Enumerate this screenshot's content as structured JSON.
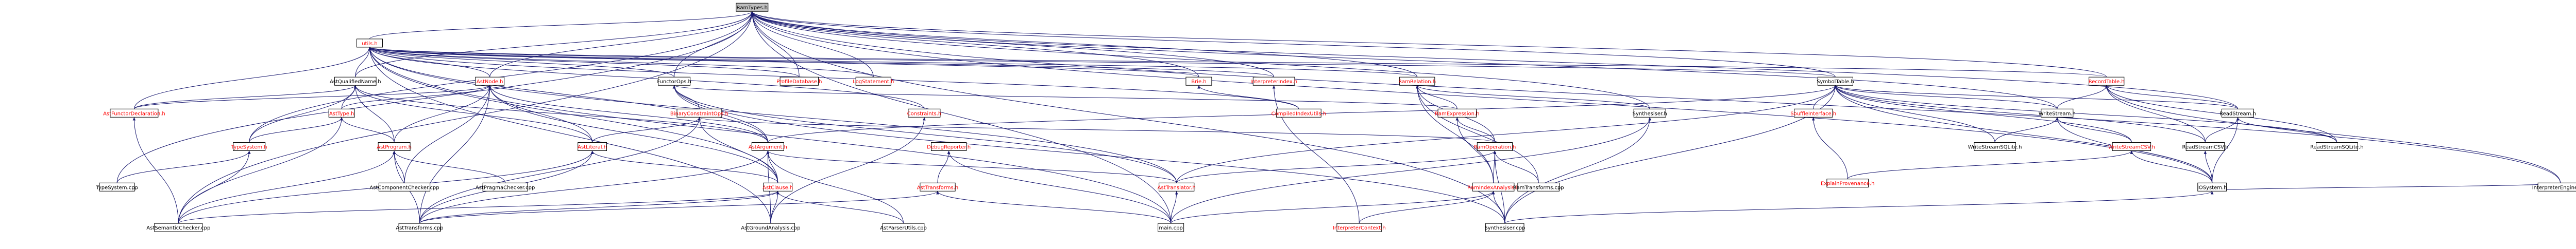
{
  "colors": {
    "edge": "#191970",
    "node_text_default": "#000000",
    "node_text_link": "#ff0000",
    "root_fill": "#bfbfbf",
    "node_fill": "#ffffff"
  },
  "nodes": {
    "RamTypes_h": "RamTypes.h",
    "utils_h": "utils.h",
    "AstQualifiedName_h": "AstQualifiedName.h",
    "AstNode_h": "AstNode.h",
    "FunctorOps_h": "FunctorOps.h",
    "ProfileDatabase_h": "ProfileDatabase.h",
    "LogStatement_h": "LogStatement.h",
    "Brie_h": "Brie.h",
    "InterpreterIndex_h": "InterpreterIndex.h",
    "RamRelation_h": "RamRelation.h",
    "SymbolTable_h": "SymbolTable.h",
    "RecordTable_h": "RecordTable.h",
    "AstFunctorDeclaration_h": "AstFunctorDeclaration.h",
    "AstType_h": "AstType.h",
    "BinaryConstraintOps_h": "BinaryConstraintOps.h",
    "Constraints_h": "Constraints.h",
    "CompiledIndexUtils_h": "CompiledIndexUtils.h",
    "RamExpression_h": "RamExpression.h",
    "Synthesiser_h": "Synthesiser.h",
    "SouffleInterface_h": "SouffleInterface.h",
    "WriteStream_h": "WriteStream.h",
    "ReadStream_h": "ReadStream.h",
    "TypeSystem_h": "TypeSystem.h",
    "AstProgram_h": "AstProgram.h",
    "AstLiteral_h": "AstLiteral.h",
    "AstArgument_h": "AstArgument.h",
    "DebugReporter_h": "DebugReporter.h",
    "RamOperation_h": "RamOperation.h",
    "WriteStreamSQLite_h": "WriteStreamSQLite.h",
    "WriteStreamCSV_h": "WriteStreamCSV.h",
    "ReadStreamCSV_h": "ReadStreamCSV.h",
    "ReadStreamSQLite_h": "ReadStreamSQLite.h",
    "ExplainProvenance_h": "ExplainProvenance.h",
    "TypeSystem_cpp": "TypeSystem.cpp",
    "AstComponentChecker_cpp": "AstComponentChecker.cpp",
    "AstPragmaChecker_cpp": "AstPragmaChecker.cpp",
    "AstClause_h": "AstClause.h",
    "AstTransforms_h": "AstTransforms.h",
    "AstTranslator_h": "AstTranslator.h",
    "RamIndexAnalysis_h": "RamIndexAnalysis.h",
    "RamTransforms_cpp": "RamTransforms.cpp",
    "IOSystem_h": "IOSystem.h",
    "InterpreterEngine_cpp": "InterpreterEngine.cpp",
    "AstSemanticChecker_cpp": "AstSemanticChecker.cpp",
    "AstTransforms_cpp": "AstTransforms.cpp",
    "AstGroundAnalysis_cpp": "AstGroundAnalysis.cpp",
    "AstParserUtils_cpp": "AstParserUtils.cpp",
    "main_cpp": "main.cpp",
    "InterpreterContext_h": "InterpreterContext.h",
    "Synthesiser_cpp": "Synthesiser.cpp"
  }
}
